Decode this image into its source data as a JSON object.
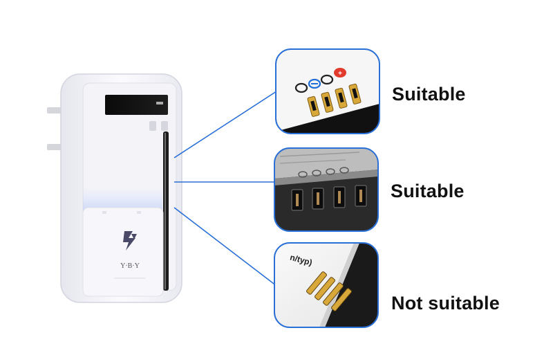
{
  "charter_brand": "Y·B·Y",
  "panels": [
    {
      "label": "Suitable",
      "contacts": 4,
      "suitability": "suitable"
    },
    {
      "label": "Suitable",
      "contacts": 4,
      "suitability": "suitable"
    },
    {
      "label": "Not suitable",
      "contacts": 4,
      "suitability": "not-suitable"
    }
  ],
  "bottom_battery_text_partial": "n/typ)",
  "colors": {
    "connector": "#2a6fd6",
    "panel_border": "#2a6fd6",
    "label": "#111111",
    "gold": "#d9a83a"
  }
}
